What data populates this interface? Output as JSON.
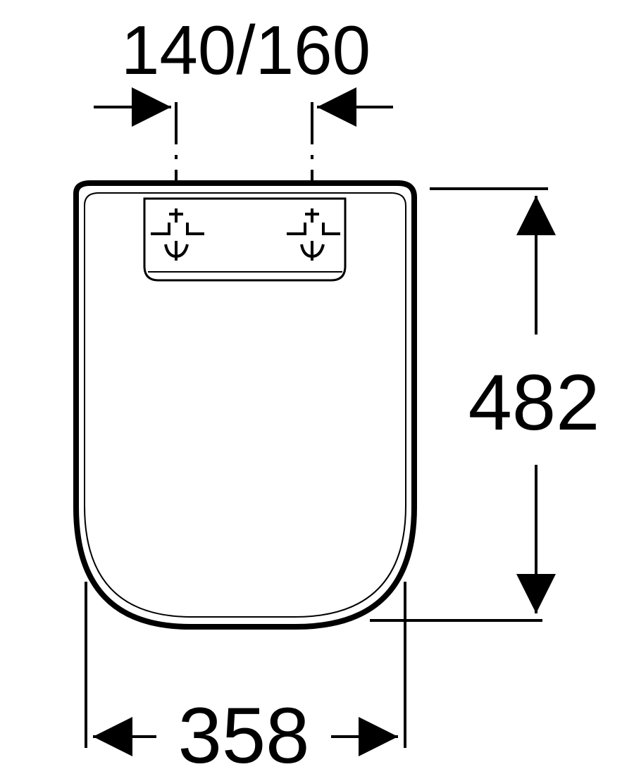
{
  "diagram": {
    "hole_spacing_label": "140/160",
    "height_label": "482",
    "width_label": "358"
  },
  "colors": {
    "line": "#000000",
    "background": "#ffffff"
  }
}
